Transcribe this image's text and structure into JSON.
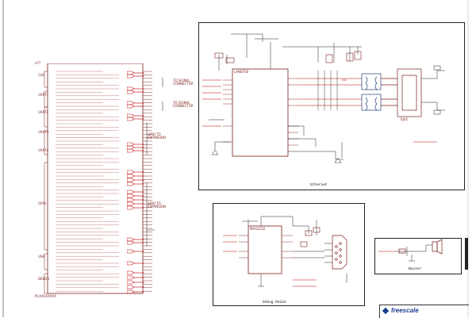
{
  "mcu": {
    "ref": "U??",
    "part": "PCAXXXXXXX",
    "groups": [
      "CLK",
      "UART1",
      "UART2",
      "UART3",
      "UART4",
      "GPIO",
      "USB",
      "DEBUG"
    ]
  },
  "ethernet": {
    "title": "Ethernet",
    "chip_label": "LAN8700",
    "connector": "RJ45"
  },
  "debug": {
    "title": "Debug RS232",
    "chip_label": "MAX3232"
  },
  "buzzer": {
    "title": "Buzzer"
  },
  "notes": {
    "uart_a": "TO SIGNAL\nCONNECTOR",
    "uart_b": "TO SIGNAL\nCONNECTOR",
    "gpio_a": "GPIO TO\nEXPANSION",
    "gpio_b": "GPIO TO\nEXPANSION"
  },
  "logo_text": "freescale",
  "colors": {
    "wire": "#202020",
    "net": "#c00000",
    "symbol": "#7a1f1f",
    "border": "#1a1a1a"
  }
}
